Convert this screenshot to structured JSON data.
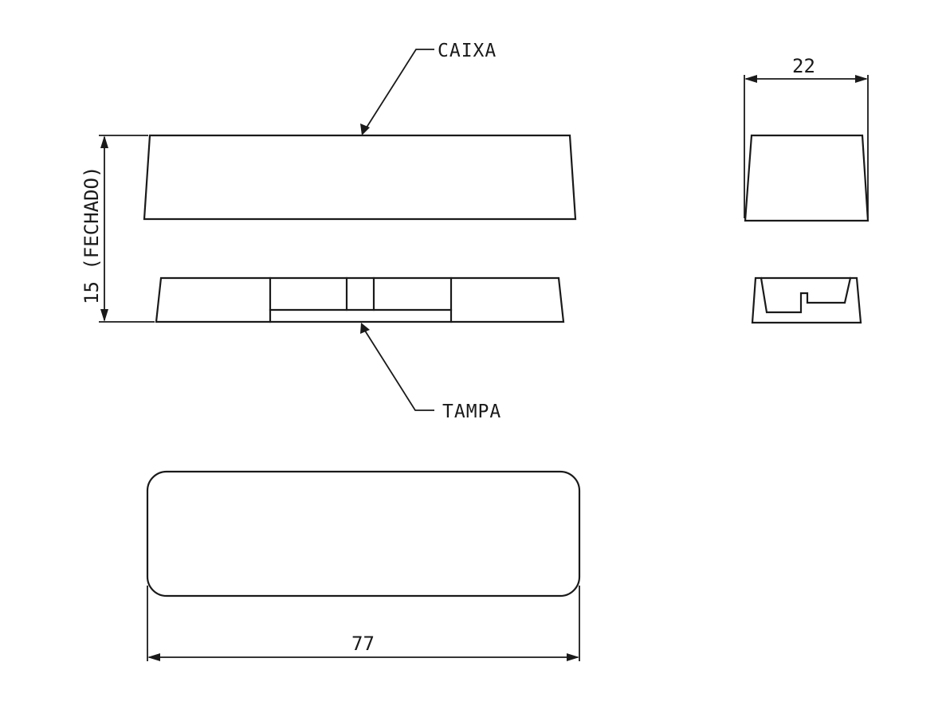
{
  "labels": {
    "caixa": "CAIXA",
    "tampa": "TAMPA"
  },
  "dimensions": {
    "height_closed": "15 (FECHADO)",
    "width_side": "22",
    "length": "77"
  }
}
